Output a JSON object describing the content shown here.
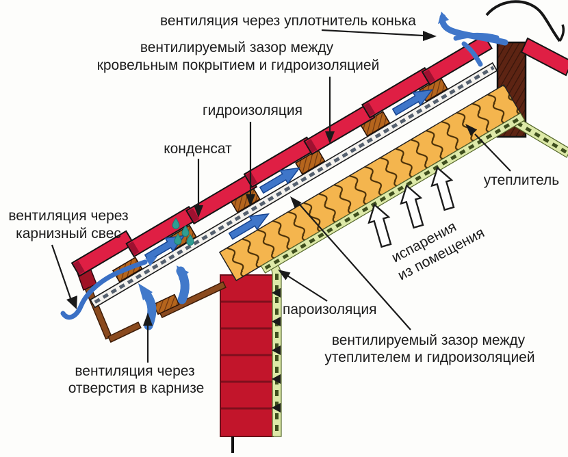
{
  "labels": {
    "ridge_vent": "вентиляция через уплотнитель конька",
    "gap_roof_1": "вентилируемый зазор между",
    "gap_roof_2": "кровельным покрытием и гидроизоляцией",
    "waterproofing": "гидроизоляция",
    "condensate": "конденсат",
    "eaves_vent_1": "вентиляция через",
    "eaves_vent_2": "карнизный свес",
    "insulation": "утеплитель",
    "vapors_1": "испарения",
    "vapors_2": "из помещения",
    "vapor_barrier": "пароизоляция",
    "gap_insulation_1": "вентилируемый зазор между",
    "gap_insulation_2": "утеплителем и гидроизоляцией",
    "cornice_vent_1": "вентиляция через",
    "cornice_vent_2": "отверстия в карнизе"
  },
  "colors": {
    "roofing_red": "#df1f44",
    "roofing_shadow_red": "#9e1130",
    "fascia_dark_red": "#a01325",
    "wall_red": "#c2152b",
    "insulation_orange": "#f4b54e",
    "vapor_barrier_green": "#dde9a8",
    "airflow_blue": "#3f76c9",
    "wood_brown": "#b5651d",
    "ridge_beam_brown": "#5d2413",
    "condensate_teal": "#2f9d92",
    "text": "#1c1c1c",
    "background": "#fdfdfb"
  }
}
